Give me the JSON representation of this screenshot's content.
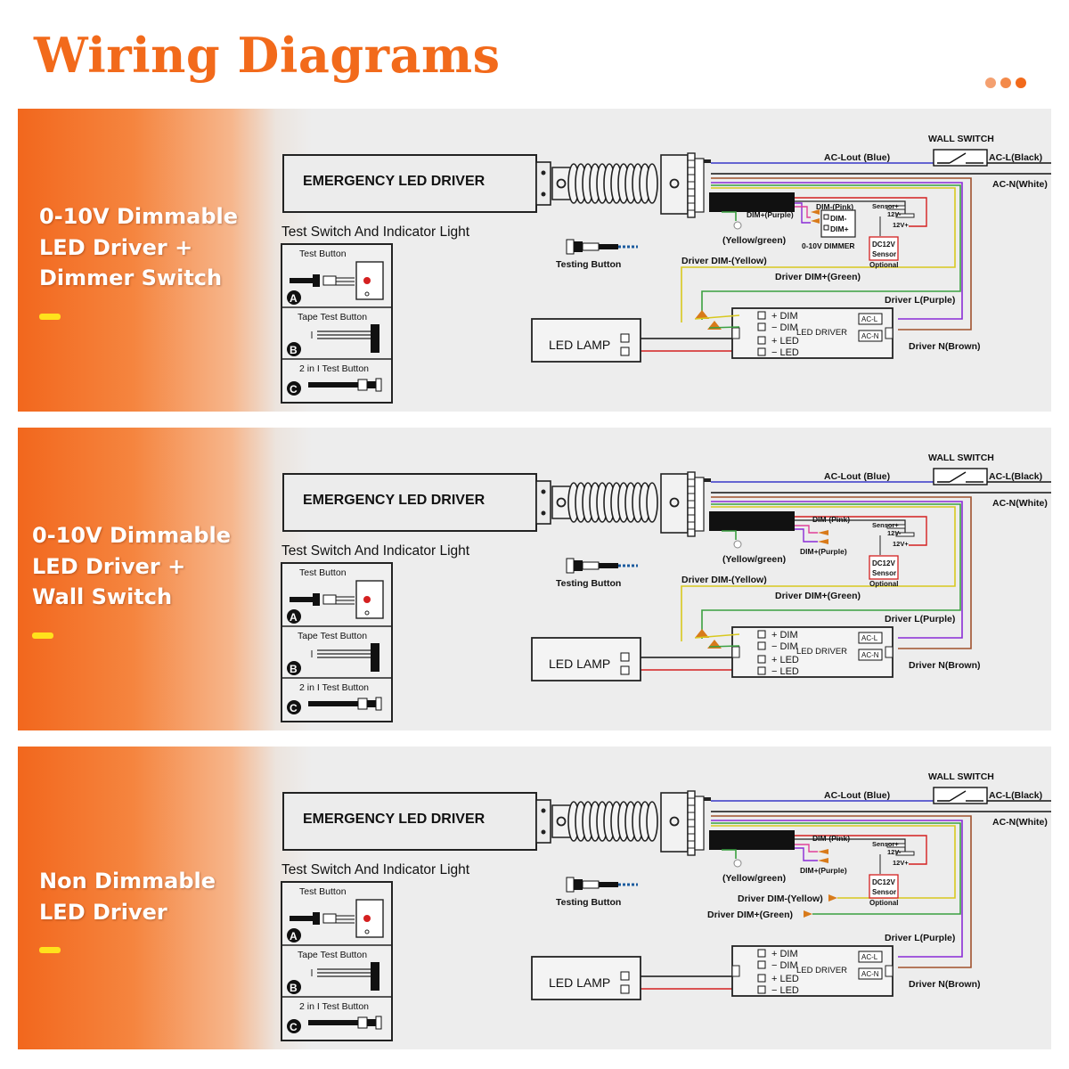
{
  "header": {
    "title": "Wiring Diagrams",
    "dots": [
      "#f4a070",
      "#f38a4a",
      "#f26a1b"
    ]
  },
  "colors": {
    "accent": "#f26a1b",
    "blue": "#3636c8",
    "purple": "#8a2bd6",
    "brown": "#a0522d",
    "black": "#111111",
    "green": "#3aa040",
    "yellow": "#d8c81e",
    "pink": "#e0409a",
    "red": "#d42020",
    "wirenut": "#d87a1a"
  },
  "common": {
    "emergency_driver": "EMERGENCY LED DRIVER",
    "test_switch_title": "Test Switch And Indicator Light",
    "test_button": "Test Button",
    "tape_test_button": "Tape Test Button",
    "two_in_one": "2 in I Test Button",
    "letter_a": "A",
    "letter_b": "B",
    "letter_c": "C",
    "testing_button": "Testing Button",
    "led_lamp": "LED LAMP",
    "wall_switch": "WALL SWITCH",
    "ac_lout": "AC-Lout (Blue)",
    "ac_l": "AC-L(Black)",
    "ac_n": "AC-N(White)",
    "yellow_green": "(Yellow/green)",
    "dim_pink": "DIM-(Pink)",
    "dim_plus_purple": "DIM+(Purple)",
    "sensor_plus": "Sensor+",
    "v12_minus": "12V-",
    "v12_plus": "12V+",
    "dc12v": "DC12V",
    "sensor": "Sensor",
    "optional": "Optional",
    "driver_dim_minus": "Driver DIM-(Yellow)",
    "driver_dim_plus": "Driver DIM+(Green)",
    "driver_l": "Driver L(Purple)",
    "driver_n": "Driver N(Brown)",
    "led_driver": "LED DRIVER",
    "dim": "DIM",
    "led": "LED",
    "acl_port": "AC-L",
    "acn_port": "AC-N",
    "dimmer_dim_minus": "DIM-",
    "dimmer_dim_plus": "DIM+",
    "dimmer_name": "0-10V DIMMER",
    "box_plus": "+",
    "box_minus": "−"
  },
  "panels": [
    {
      "label_lines": [
        "0-10V Dimmable",
        "LED Driver +",
        "Dimmer Switch"
      ],
      "variant": "dimmer"
    },
    {
      "label_lines": [
        "0-10V Dimmable",
        "LED Driver +",
        "Wall Switch"
      ],
      "variant": "wall"
    },
    {
      "label_lines": [
        "Non Dimmable",
        "LED Driver"
      ],
      "variant": "nondim"
    }
  ]
}
